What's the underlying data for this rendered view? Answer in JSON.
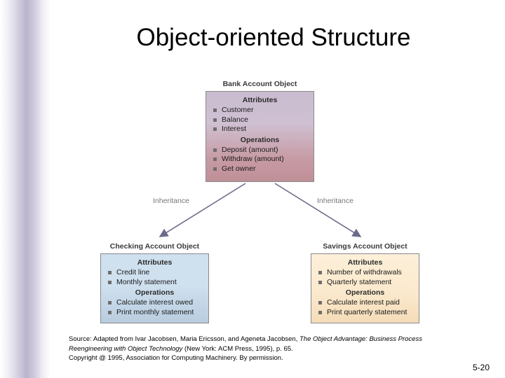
{
  "slide": {
    "title": "Object-oriented Structure",
    "page_number": "5-20"
  },
  "diagram": {
    "type": "class-inheritance-diagram",
    "nodes": [
      {
        "id": "bank",
        "title": "Bank Account Object",
        "sections": [
          {
            "heading": "Attributes",
            "items": [
              "Customer",
              "Balance",
              "Interest"
            ]
          },
          {
            "heading": "Operations",
            "items": [
              "Deposit (amount)",
              "Withdraw (amount)",
              "Get owner"
            ]
          }
        ]
      },
      {
        "id": "checking",
        "title": "Checking Account Object",
        "sections": [
          {
            "heading": "Attributes",
            "items": [
              "Credit line",
              "Monthly statement"
            ]
          },
          {
            "heading": "Operations",
            "items": [
              "Calculate interest owed",
              "Print monthly statement"
            ]
          }
        ]
      },
      {
        "id": "savings",
        "title": "Savings Account Object",
        "sections": [
          {
            "heading": "Attributes",
            "items": [
              "Number of withdrawals",
              "Quarterly statement"
            ]
          },
          {
            "heading": "Operations",
            "items": [
              "Calculate interest paid",
              "Print quarterly statement"
            ]
          }
        ]
      }
    ],
    "edges": [
      {
        "from": "bank",
        "to": "checking",
        "label": "Inheritance"
      },
      {
        "from": "bank",
        "to": "savings",
        "label": "Inheritance"
      }
    ],
    "colors": {
      "bank_fill": "#c7aebc",
      "checking_fill": "#cfe0ef",
      "savings_fill": "#fbe9cd",
      "border": "#8a8a8a",
      "arrow": "#6b6b8a"
    }
  },
  "source": {
    "line1_prefix": "Source: Adapted from Ivar Jacobsen, Maria Ericsson, and Ageneta Jacobsen, ",
    "line1_italic": "The Object Advantage: Business Process",
    "line2_italic": "Reengineering with Object Technology",
    "line2_suffix": " (New York: ACM Press, 1995), p. 65.",
    "line3": "Copyright @ 1995, Association for Computing Machinery.  By permission."
  }
}
